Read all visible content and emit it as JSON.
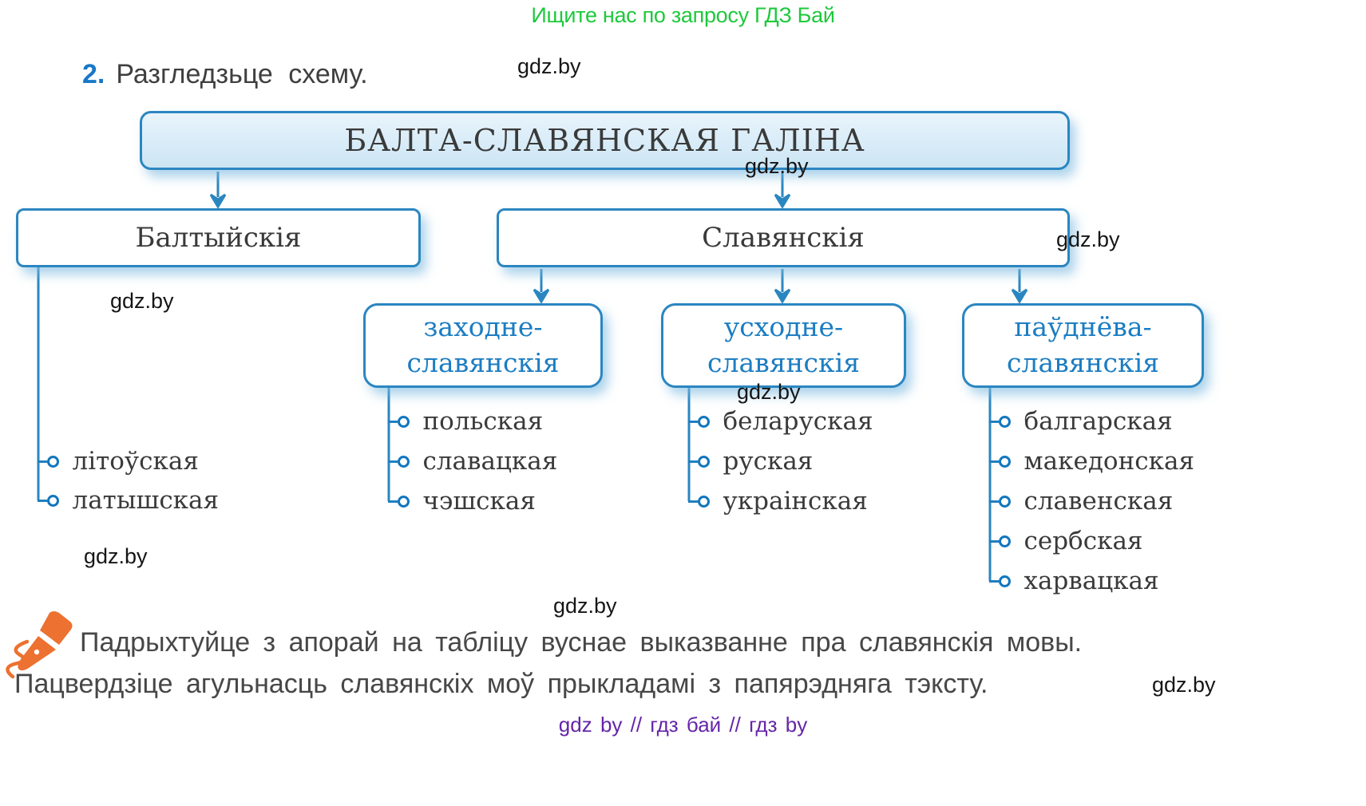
{
  "promo": {
    "text": "Ищите нас по запросу ГДЗ Бай"
  },
  "watermark": {
    "text": "gdz.by"
  },
  "task": {
    "number": "2.",
    "text": "Разгледзьце схему."
  },
  "diagram": {
    "root": {
      "label": "БАЛТА-СЛАВЯНСКАЯ ГАЛІНА"
    },
    "baltic": {
      "label": "Балтыйскія",
      "languages": [
        "літоўская",
        "латышская"
      ]
    },
    "slavic": {
      "label": "Славянскія"
    },
    "groups": [
      {
        "line1": "заходне-",
        "line2": "славянскія",
        "languages": [
          "польская",
          "славацкая",
          "чэшская"
        ]
      },
      {
        "line1": "усходне-",
        "line2": "славянскія",
        "languages": [
          "беларуская",
          "руская",
          "украінская"
        ]
      },
      {
        "line1": "паўднёва-",
        "line2": "славянскія",
        "languages": [
          "балгарская",
          "македонская",
          "славенская",
          "сербская",
          "харвацкая"
        ]
      }
    ]
  },
  "exercise": {
    "line1": "Падрыхтуйце з апорай на табліцу вуснае выказванне пра славянскія мовы.",
    "line2": "Пацвердзіце агульнасць славянскіх моў прыкладамі з папярэдняга тэксту."
  },
  "footer": {
    "text": "gdz by  //  гдз бай  //  гдз by"
  },
  "colors": {
    "accent_blue": "#2b86c0",
    "group_text_blue": "#1b7dc2",
    "promo_green": "#1ec93c",
    "footer_purple": "#6526a8",
    "pen_orange": "#ed7130",
    "task_number_blue": "#1878c8"
  }
}
